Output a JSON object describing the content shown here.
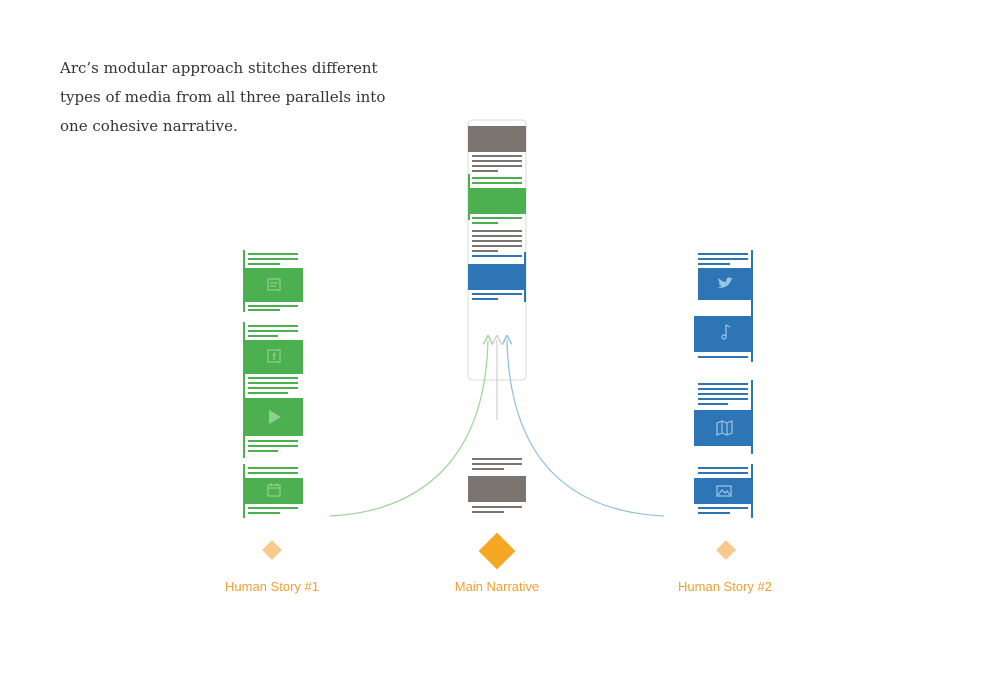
{
  "intro": {
    "lines": [
      "Arc’s modular approach stitches different",
      "types of media from all three parallels into",
      "one cohesive narrative."
    ]
  },
  "colors": {
    "green": "#4caf50",
    "blue": "#2e75b6",
    "gray": "#7a7570",
    "orange": "#f5a623",
    "orange_light": "#f7c98a",
    "label": "#f0a030",
    "arrow_green": "#9fd39a",
    "arrow_blue": "#8cc0e0",
    "arrow_gray": "#cfcfcf"
  },
  "columns": {
    "left": {
      "label": "Human Story #1",
      "accent": "green",
      "icons": [
        "image-icon",
        "facebook-icon",
        "play-icon",
        "calendar-icon"
      ]
    },
    "center": {
      "label": "Main Narrative",
      "accent": "orange"
    },
    "right": {
      "label": "Human Story #2",
      "accent": "blue",
      "icons": [
        "twitter-icon",
        "music-icon",
        "map-icon",
        "photo-icon"
      ]
    }
  }
}
